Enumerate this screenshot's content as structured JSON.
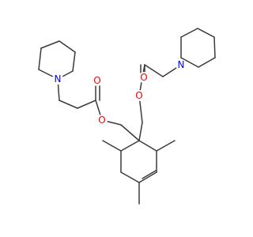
{
  "molecule": {
    "colors": {
      "bond": "#3a3a3a",
      "O": "#ff0000",
      "N": "#0000ff"
    },
    "atoms": [
      {
        "id": "O1",
        "symbol": "O"
      },
      {
        "id": "O2",
        "symbol": "O"
      },
      {
        "id": "O3",
        "symbol": "O"
      },
      {
        "id": "O4",
        "symbol": "O"
      },
      {
        "id": "N1",
        "symbol": "N"
      },
      {
        "id": "N2",
        "symbol": "N"
      }
    ]
  }
}
